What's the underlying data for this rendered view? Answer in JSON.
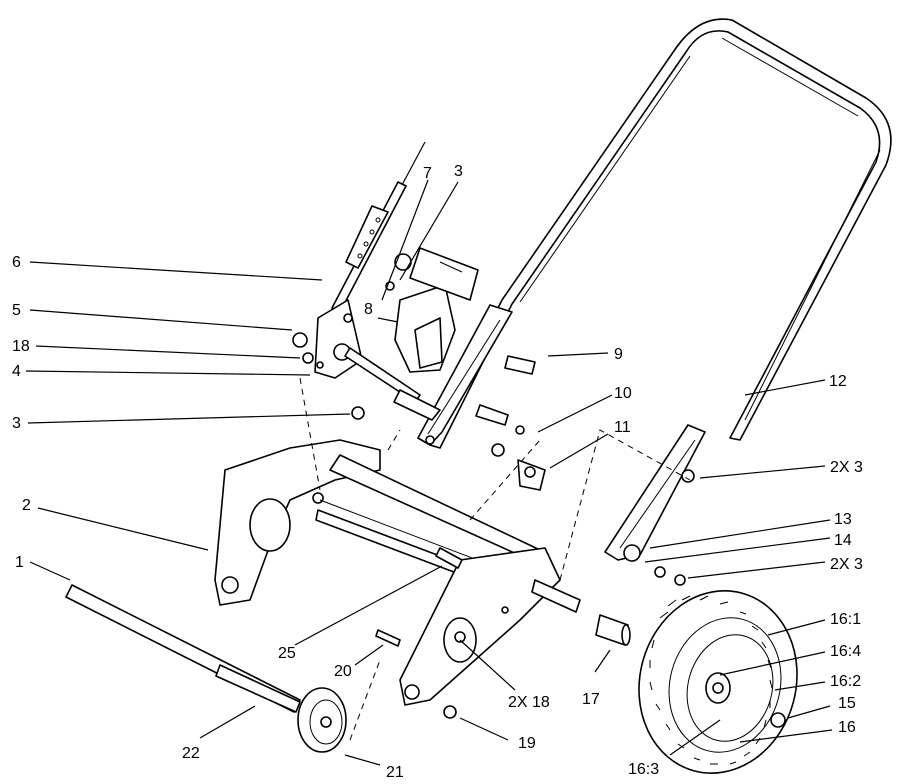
{
  "callouts": [
    {
      "id": "c6",
      "text": "6"
    },
    {
      "id": "c7",
      "text": "7"
    },
    {
      "id": "c3a",
      "text": "3"
    },
    {
      "id": "c5",
      "text": "5"
    },
    {
      "id": "c8",
      "text": "8"
    },
    {
      "id": "c18",
      "text": "18"
    },
    {
      "id": "c4",
      "text": "4"
    },
    {
      "id": "c9",
      "text": "9"
    },
    {
      "id": "c3b",
      "text": "3"
    },
    {
      "id": "c10",
      "text": "10"
    },
    {
      "id": "c12",
      "text": "12"
    },
    {
      "id": "c11",
      "text": "11"
    },
    {
      "id": "c2x3a",
      "text": "2X 3"
    },
    {
      "id": "c2",
      "text": "2"
    },
    {
      "id": "c13",
      "text": "13"
    },
    {
      "id": "c14",
      "text": "14"
    },
    {
      "id": "c2x3b",
      "text": "2X 3"
    },
    {
      "id": "c1",
      "text": "1"
    },
    {
      "id": "c16_1",
      "text": "16:1"
    },
    {
      "id": "c25",
      "text": "25"
    },
    {
      "id": "c16_4",
      "text": "16:4"
    },
    {
      "id": "c20",
      "text": "20"
    },
    {
      "id": "c16_2",
      "text": "16:2"
    },
    {
      "id": "c2x18",
      "text": "2X 18"
    },
    {
      "id": "c17",
      "text": "17"
    },
    {
      "id": "c15",
      "text": "15"
    },
    {
      "id": "c16",
      "text": "16"
    },
    {
      "id": "c22",
      "text": "22"
    },
    {
      "id": "c19",
      "text": "19"
    },
    {
      "id": "c16_3",
      "text": "16:3"
    },
    {
      "id": "c21",
      "text": "21"
    }
  ]
}
